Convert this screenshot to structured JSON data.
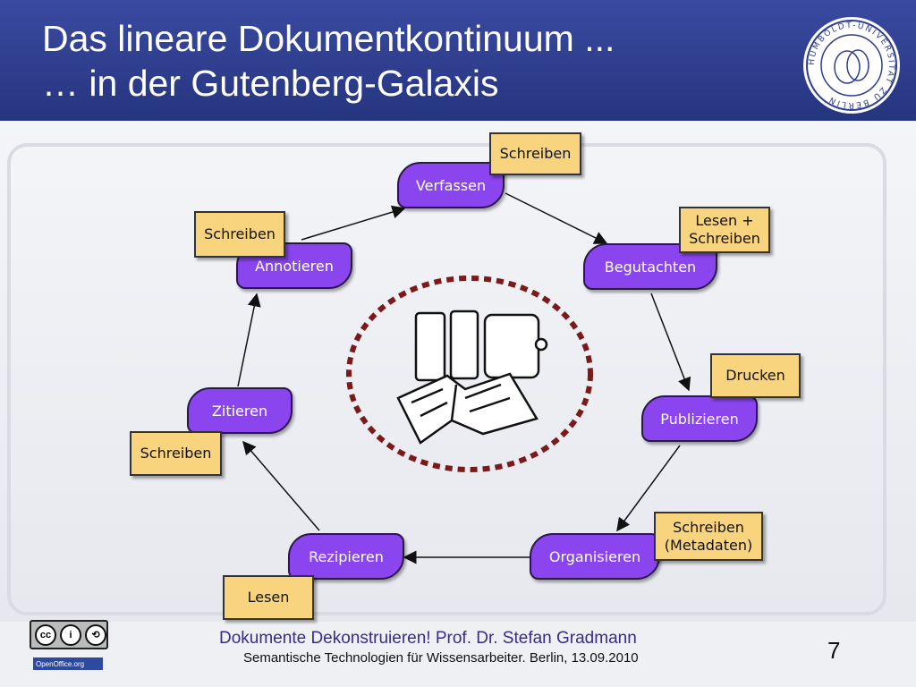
{
  "slide": {
    "title_line1": "Das lineare Dokumentkontinuum ...",
    "title_line2": "… in der Gutenberg-Galaxis",
    "page_number": "7"
  },
  "seal": {
    "text": "HUMBOLDT-UNIVERSITÄT ZU BERLIN"
  },
  "diagram": {
    "nodes": [
      {
        "label": "Verfassen"
      },
      {
        "label": "Begutachten"
      },
      {
        "label": "Publizieren"
      },
      {
        "label": "Organisieren"
      },
      {
        "label": "Rezipieren"
      },
      {
        "label": "Zitieren"
      },
      {
        "label": "Annotieren"
      }
    ],
    "notes": [
      {
        "label": "Schreiben"
      },
      {
        "line1": "Lesen +",
        "line2": "Schreiben"
      },
      {
        "label": "Drucken"
      },
      {
        "line1": "Schreiben",
        "line2": "(Metadaten)"
      },
      {
        "label": "Lesen"
      },
      {
        "label": "Schreiben"
      },
      {
        "label": "Schreiben"
      }
    ],
    "colors": {
      "node": "#8a45ee",
      "note": "#f8d47e",
      "ring": "#7a1a1a",
      "header": "#2e3d8f"
    }
  },
  "footer": {
    "main": "Dokumente Dekonstruieren! Prof. Dr. Stefan Gradmann",
    "sub": "Semantische Technologien für Wissensarbeiter. Berlin, 13.09.2010",
    "license_icon": "creative-commons-by-sa-icon",
    "openoffice_label": "OpenOffice.org"
  }
}
